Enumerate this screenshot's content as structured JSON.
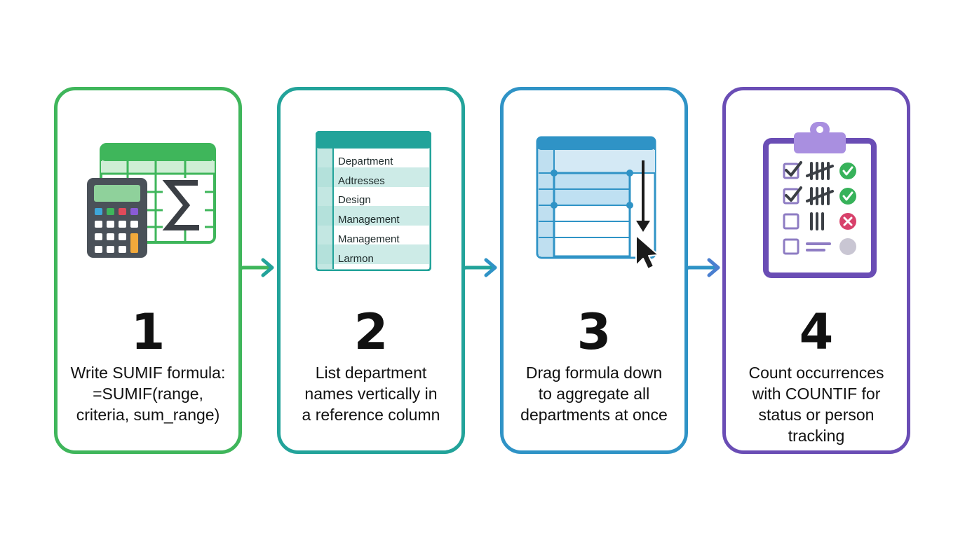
{
  "steps": [
    {
      "number": "1",
      "lines": [
        "Write SUMIF formula:",
        "=SUMIF(range,",
        "criteria, sum_range)"
      ],
      "color": "#3fb65b",
      "icon": "spreadsheet-calculator-sigma-icon"
    },
    {
      "number": "2",
      "lines": [
        "List department",
        "names vertically in",
        "a reference column"
      ],
      "color": "#22a39a",
      "icon": "department-list-icon",
      "list_items": [
        "Department",
        "Adtresses",
        "Design",
        "Management",
        "Management",
        "Larmon"
      ]
    },
    {
      "number": "3",
      "lines": [
        "Drag formula down",
        "to aggregate all",
        "departments at once"
      ],
      "color": "#2f93c6",
      "icon": "drag-fill-cursor-icon"
    },
    {
      "number": "4",
      "lines": [
        "Count occurrences",
        "with COUNTIF for",
        "status or person",
        "tracking"
      ],
      "color": "#6a4db5",
      "icon": "clipboard-checklist-tally-icon"
    }
  ],
  "connectors": [
    {
      "icon": "arrow-right-icon",
      "color": "#3fb65b"
    },
    {
      "icon": "arrow-right-icon",
      "color": "#22a39a"
    },
    {
      "icon": "arrow-right-icon",
      "color": "#2f93c6"
    }
  ]
}
